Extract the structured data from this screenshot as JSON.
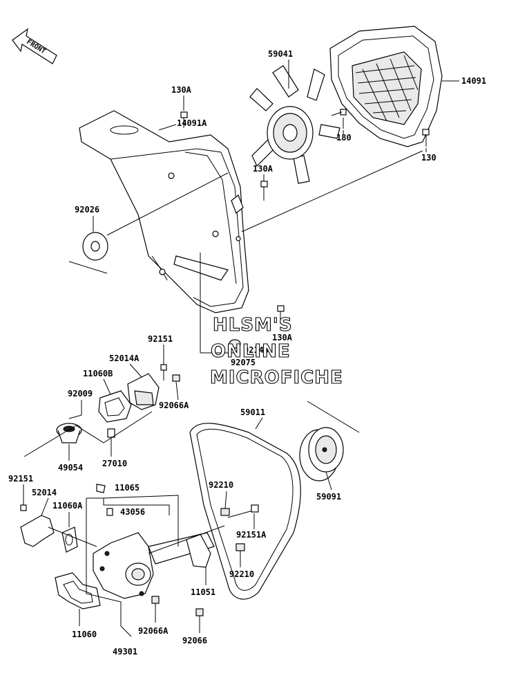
{
  "front_arrow": {
    "label": "FRONT"
  },
  "watermark": {
    "line1": "HLSM'S",
    "line2": "ONLINE",
    "line3": "MICROFICHE"
  },
  "parts": {
    "p130A_top": "130A",
    "p14091A": "14091A",
    "p59041": "59041",
    "p14091": "14091",
    "p180": "180",
    "p130": "130",
    "p130A_mid": "130A",
    "p92026": "92026",
    "p130A_low": "130A",
    "p92143": "92143",
    "p92075": "92075",
    "p92151_a": "92151",
    "p52014A": "52014A",
    "p11060B": "11060B",
    "p92009": "92009",
    "p92066A_a": "92066A",
    "p49054": "49054",
    "p27010": "27010",
    "p59011": "59011",
    "p59091": "59091",
    "p92151_b": "92151",
    "p52014": "52014",
    "p11060A": "11060A",
    "p11065": "11065",
    "p43056": "43056",
    "p92210_a": "92210",
    "p92151A": "92151A",
    "p92210_b": "92210",
    "p11051": "11051",
    "p11060": "11060",
    "p92066A_b": "92066A",
    "p92066": "92066",
    "p49301": "49301"
  }
}
